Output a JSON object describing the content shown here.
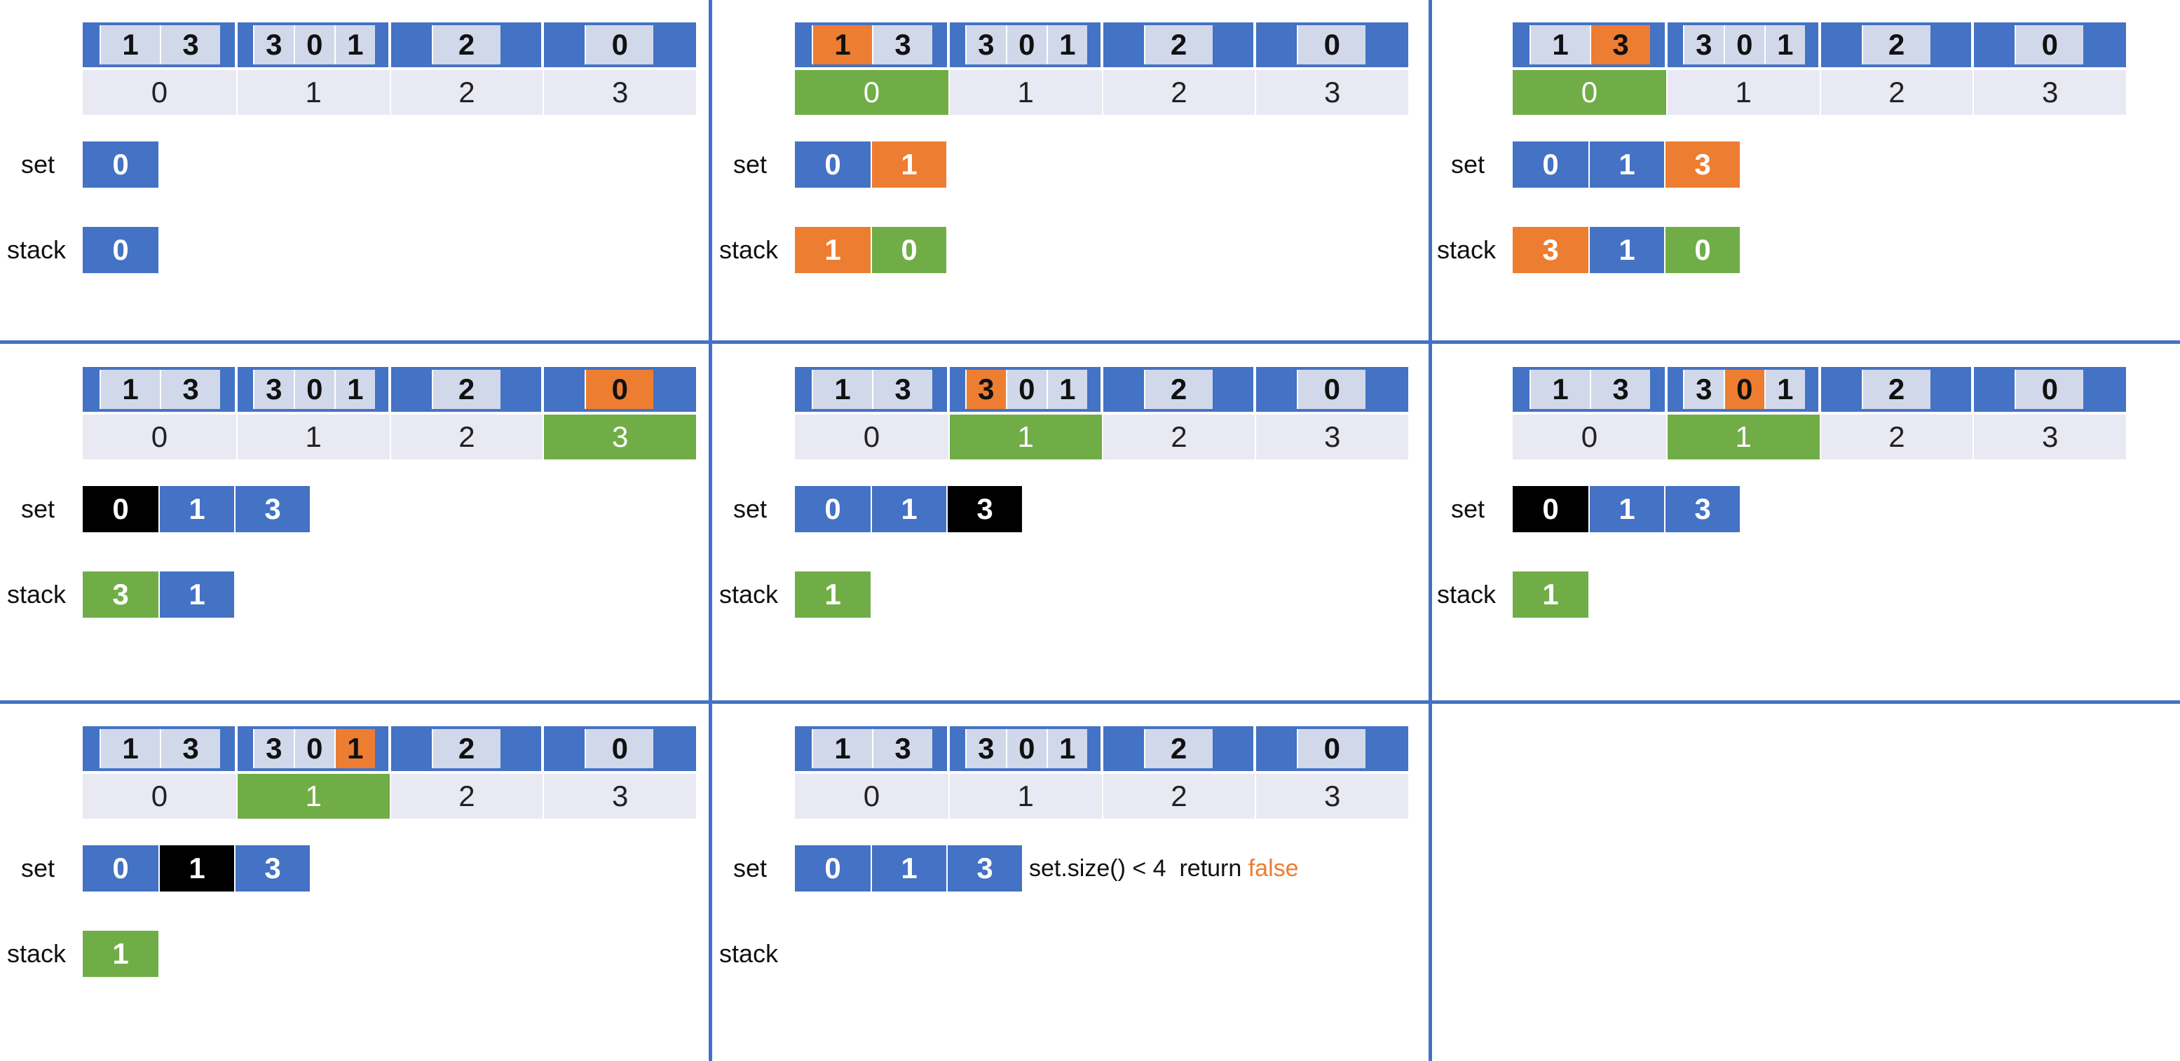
{
  "colors": {
    "blue": "#4472c4",
    "light": "#d0d8ea",
    "index_bg": "#e8e9f3",
    "orange": "#ed7d31",
    "green": "#70ad47",
    "black": "#000000",
    "divider": "#4472c4"
  },
  "labels": {
    "set": "set",
    "stack": "stack"
  },
  "indices": [
    "0",
    "1",
    "2",
    "3"
  ],
  "adjacency": [
    [
      "1",
      "3"
    ],
    [
      "3",
      "0",
      "1"
    ],
    [
      "2"
    ],
    [
      "0"
    ]
  ],
  "panels": [
    {
      "highlight": null,
      "active_index": null,
      "set": [
        {
          "v": "0",
          "c": "blue"
        }
      ],
      "stack": [
        {
          "v": "0",
          "c": "blue"
        }
      ],
      "note": null
    },
    {
      "highlight": {
        "list": 0,
        "item": 0
      },
      "active_index": 0,
      "set": [
        {
          "v": "0",
          "c": "blue"
        },
        {
          "v": "1",
          "c": "orange"
        }
      ],
      "stack": [
        {
          "v": "1",
          "c": "orange"
        },
        {
          "v": "0",
          "c": "green"
        }
      ],
      "note": null
    },
    {
      "highlight": {
        "list": 0,
        "item": 1
      },
      "active_index": 0,
      "set": [
        {
          "v": "0",
          "c": "blue"
        },
        {
          "v": "1",
          "c": "blue"
        },
        {
          "v": "3",
          "c": "orange"
        }
      ],
      "stack": [
        {
          "v": "3",
          "c": "orange"
        },
        {
          "v": "1",
          "c": "blue"
        },
        {
          "v": "0",
          "c": "green"
        }
      ],
      "note": null
    },
    {
      "highlight": {
        "list": 3,
        "item": 0
      },
      "active_index": 3,
      "set": [
        {
          "v": "0",
          "c": "black"
        },
        {
          "v": "1",
          "c": "blue"
        },
        {
          "v": "3",
          "c": "blue"
        }
      ],
      "stack": [
        {
          "v": "3",
          "c": "green"
        },
        {
          "v": "1",
          "c": "blue"
        }
      ],
      "note": null
    },
    {
      "highlight": {
        "list": 1,
        "item": 0
      },
      "active_index": 1,
      "set": [
        {
          "v": "0",
          "c": "blue"
        },
        {
          "v": "1",
          "c": "blue"
        },
        {
          "v": "3",
          "c": "black"
        }
      ],
      "stack": [
        {
          "v": "1",
          "c": "green"
        }
      ],
      "note": null
    },
    {
      "highlight": {
        "list": 1,
        "item": 1
      },
      "active_index": 1,
      "set": [
        {
          "v": "0",
          "c": "black"
        },
        {
          "v": "1",
          "c": "blue"
        },
        {
          "v": "3",
          "c": "blue"
        }
      ],
      "stack": [
        {
          "v": "1",
          "c": "green"
        }
      ],
      "note": null
    },
    {
      "highlight": {
        "list": 1,
        "item": 2
      },
      "active_index": 1,
      "set": [
        {
          "v": "0",
          "c": "blue"
        },
        {
          "v": "1",
          "c": "black"
        },
        {
          "v": "3",
          "c": "blue"
        }
      ],
      "stack": [
        {
          "v": "1",
          "c": "green"
        }
      ],
      "note": null
    },
    {
      "highlight": null,
      "active_index": null,
      "set": [
        {
          "v": "0",
          "c": "blue"
        },
        {
          "v": "1",
          "c": "blue"
        },
        {
          "v": "3",
          "c": "blue"
        }
      ],
      "stack": [],
      "note": {
        "text": "set.size() < 4  return ",
        "accent": "false"
      }
    }
  ]
}
